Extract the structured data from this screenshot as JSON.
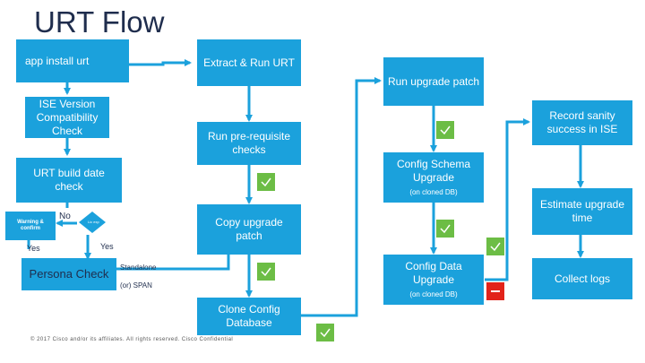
{
  "title": "URT Flow",
  "boxes": {
    "app_install": "app install urt",
    "extract_run": "Extract & Run URT",
    "ise_version": "ISE Version Compatibility Check",
    "urt_build": "URT build date check",
    "prereq": "Run pre-requisite checks",
    "copy_upgrade": "Copy upgrade patch",
    "clone_config": "Clone Config Database",
    "run_upgrade": "Run upgrade patch",
    "config_schema": "Config Schema Upgrade",
    "config_schema_note": "(on cloned DB)",
    "config_data": "Config Data Upgrade",
    "config_data_note": "(on cloned DB)",
    "record_sanity": "Record sanity success in ISE",
    "estimate": "Estimate upgrade time",
    "collect_logs": "Collect logs",
    "warning": "Warning & confirm",
    "persona": "Persona Check",
    "decision_text": "Lic exp"
  },
  "labels": {
    "no": "No",
    "yes_left": "Yes",
    "yes_right": "Yes",
    "standalone": "Standalone",
    "or_span": "(or) SPAN"
  },
  "footer": "© 2017 Cisco and/or its affiliates. All rights reserved.   Cisco Confidential",
  "colors": {
    "box": "#1ba1dc",
    "check": "#6cbd45",
    "fail": "#e2231a",
    "title": "#1f2d4d"
  }
}
